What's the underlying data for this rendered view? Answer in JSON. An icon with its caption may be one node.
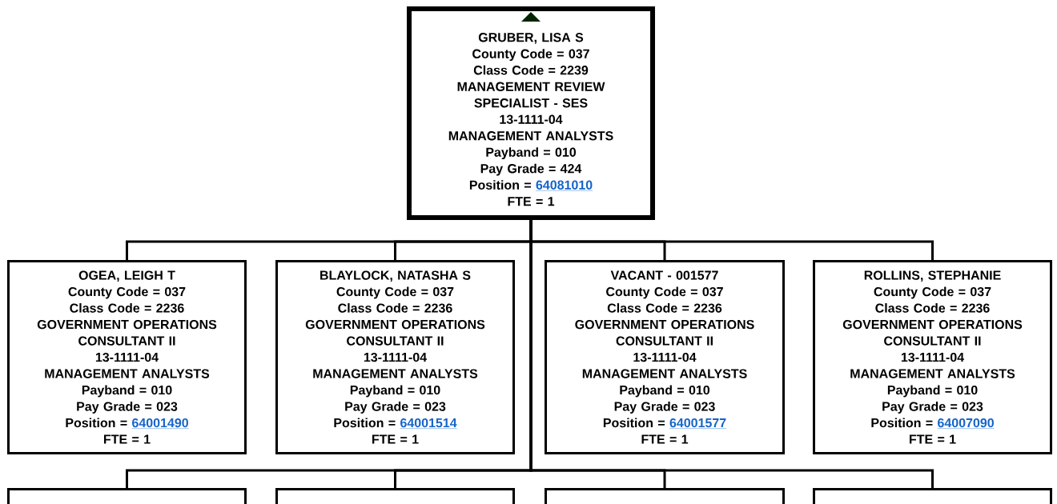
{
  "diagram": {
    "nodes": [
      {
        "text": [
          "GRUBER, LISA S",
          "County Code = 037",
          "Class Code = 2239",
          "MANAGEMENT REVIEW SPECIALIST - SES",
          "13-1111-04",
          "MANAGEMENT ANALYSTS",
          "Payband = 010",
          "Pay Grade = 424",
          "Position =",
          "64081010",
          "FTE = 1"
        ]
      },
      {
        "text": [
          "OGEA, LEIGH T",
          "County Code = 037",
          "Class Code = 2236",
          "GOVERNMENT OPERATIONS CONSULTANT II",
          "13-1111-04",
          "MANAGEMENT ANALYSTS",
          "Payband = 010",
          "Pay Grade = 023",
          "Position =",
          "64001490",
          "FTE = 1"
        ]
      },
      {
        "text": [
          "BLAYLOCK, NATASHA S",
          "County Code = 037",
          "Class Code = 2236",
          "GOVERNMENT OPERATIONS CONSULTANT II",
          "13-1111-04",
          "MANAGEMENT ANALYSTS",
          "Payband = 010",
          "Pay Grade = 023",
          "Position =",
          "64001514",
          "FTE = 1"
        ]
      },
      {
        "text": [
          "VACANT - 001577",
          "County Code = 037",
          "Class Code = 2236",
          "GOVERNMENT OPERATIONS CONSULTANT II",
          "13-1111-04",
          "MANAGEMENT ANALYSTS",
          "Payband = 010",
          "Pay Grade = 023",
          "Position =",
          "64001577",
          "FTE = 1"
        ]
      },
      {
        "text": [
          "ROLLINS, STEPHANIE",
          "County Code = 037",
          "Class Code = 2236",
          "GOVERNMENT OPERATIONS CONSULTANT II",
          "13-1111-04",
          "MANAGEMENT ANALYSTS",
          "Payband = 010",
          "Pay Grade = 023",
          "Position =",
          "64007090",
          "FTE = 1"
        ]
      },
      {
        "text": [],
        "shape": "box"
      },
      {
        "text": [],
        "shape": "box"
      },
      {
        "text": [],
        "shape": "box"
      },
      {
        "text": [],
        "shape": "box"
      }
    ],
    "edges": [
      {
        "from": 0,
        "to": 1,
        "arrow": "none"
      },
      {
        "from": 0,
        "to": 2,
        "arrow": "none"
      },
      {
        "from": 0,
        "to": 3,
        "arrow": "none"
      },
      {
        "from": 0,
        "to": 4,
        "arrow": "none"
      },
      {
        "from": 0,
        "to": 5,
        "arrow": "none"
      },
      {
        "from": 0,
        "to": 6,
        "arrow": "none"
      },
      {
        "from": 0,
        "to": 7,
        "arrow": "none"
      },
      {
        "from": 0,
        "to": 8,
        "arrow": "none"
      }
    ]
  }
}
